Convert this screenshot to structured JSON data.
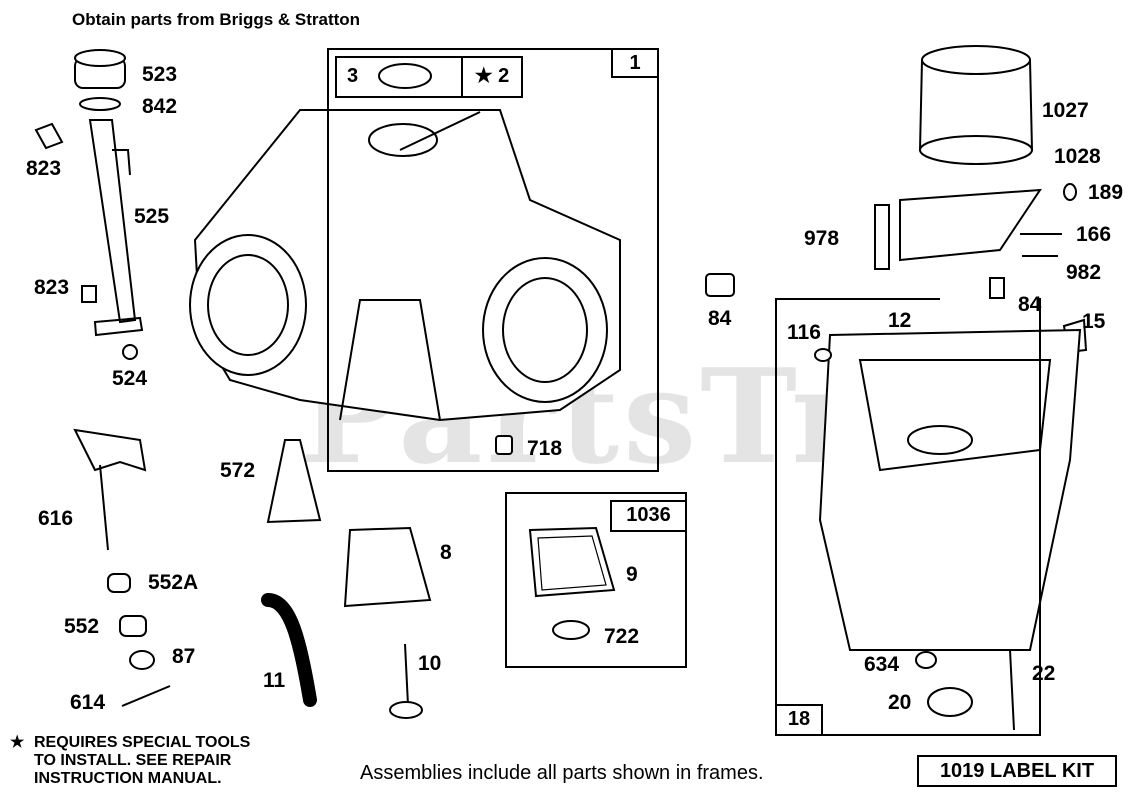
{
  "header": "Obtain parts from Briggs & Stratton",
  "watermark": "PartsTree",
  "note_lines": [
    "REQUIRES SPECIAL TOOLS",
    "TO INSTALL.  SEE REPAIR",
    "INSTRUCTION MANUAL."
  ],
  "note_symbol": "★",
  "footer": "Assemblies include all parts shown in frames.",
  "label_kit": "1019 LABEL KIT",
  "frame_tags": {
    "cylinder": "1",
    "gasket_set": "1036",
    "sump": "18",
    "seal_ref": "3",
    "special_tool_ref": "★ 2"
  },
  "callouts": {
    "p523": "523",
    "p842": "842",
    "p823a": "823",
    "p525": "525",
    "p823b": "823",
    "p524": "524",
    "p616": "616",
    "p552a": "552A",
    "p552": "552",
    "p87": "87",
    "p614": "614",
    "p572": "572",
    "p11": "11",
    "p8": "8",
    "p10": "10",
    "p718": "718",
    "p9": "9",
    "p722": "722",
    "p84a": "84",
    "p1027": "1027",
    "p1028": "1028",
    "p189": "189",
    "p978": "978",
    "p166": "166",
    "p982": "982",
    "p84b": "84",
    "p15": "15",
    "p116": "116",
    "p12": "12",
    "p634": "634",
    "p22": "22",
    "p20": "20"
  }
}
